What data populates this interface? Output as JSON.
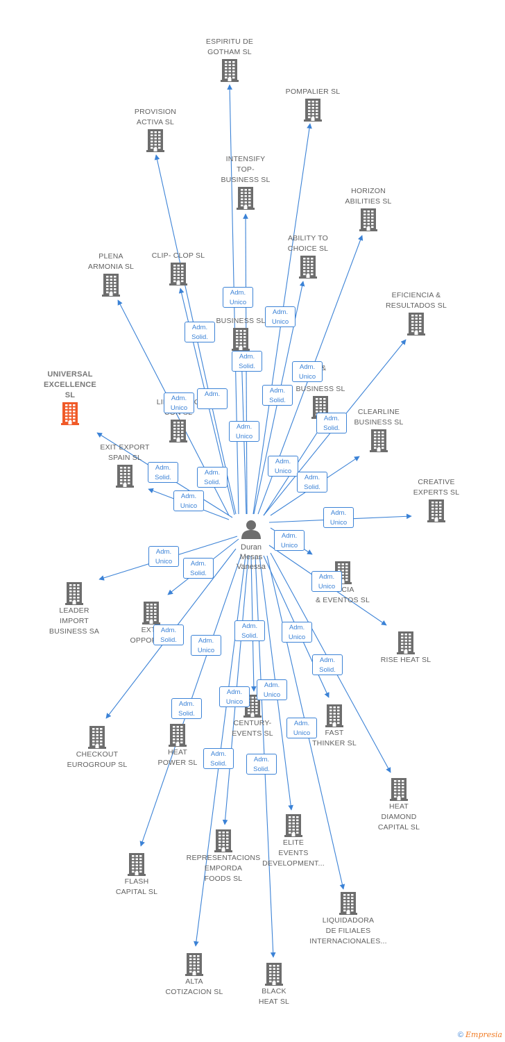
{
  "person": {
    "lines": [
      "Duran",
      "Mesas",
      "Vanessa"
    ]
  },
  "colors": {
    "edge": "#3b82d6",
    "building": "#6d6d6d",
    "focus_building": "#f05a28",
    "label": "#606060"
  },
  "companies": [
    {
      "id": "espiritu",
      "lines": [
        "ESPIRITU DE",
        "GOTHAM  SL"
      ]
    },
    {
      "id": "pompalier",
      "lines": [
        "POMPALIER SL"
      ]
    },
    {
      "id": "provision",
      "lines": [
        "PROVISION",
        "ACTIVA SL"
      ]
    },
    {
      "id": "intensify",
      "lines": [
        "INTENSIFY",
        "TOP-",
        "BUSINESS SL"
      ]
    },
    {
      "id": "horizon",
      "lines": [
        "HORIZON",
        "ABILITIES SL"
      ]
    },
    {
      "id": "ability",
      "lines": [
        "ABILITY TO",
        "CHOICE SL"
      ]
    },
    {
      "id": "plena",
      "lines": [
        "PLENA",
        "ARMONIA SL"
      ]
    },
    {
      "id": "clipclop",
      "lines": [
        "CLIP- CLOP SL"
      ]
    },
    {
      "id": "eficiencia",
      "lines": [
        "EFICIENCIA &",
        "RESULTADOS SL"
      ]
    },
    {
      "id": "business",
      "lines": [
        "BUSINESS SL"
      ]
    },
    {
      "id": "universal",
      "lines": [
        "UNIVERSAL",
        "EXCELLENCE",
        "SL"
      ],
      "focus": true
    },
    {
      "id": "liderazgo",
      "lines": [
        "LIDERAZGO",
        "CON      SL"
      ]
    },
    {
      "id": "talent",
      "lines": [
        "T &",
        "E",
        "BUSINESS SL"
      ]
    },
    {
      "id": "clearline",
      "lines": [
        "CLEARLINE",
        "BUSINESS SL"
      ]
    },
    {
      "id": "exitexport",
      "lines": [
        "EXIT EXPORT",
        "SPAIN SL"
      ]
    },
    {
      "id": "creative",
      "lines": [
        "CREATIVE",
        "EXPERTS  SL"
      ]
    },
    {
      "id": "leader",
      "lines": [
        "LEADER",
        "IMPORT",
        "BUSINESS SA"
      ]
    },
    {
      "id": "extreme",
      "lines": [
        "EXTR",
        "OPPORTUN"
      ]
    },
    {
      "id": "excelencia",
      "lines": [
        "ENCIA",
        "& EVENTOS  SL"
      ]
    },
    {
      "id": "riseheat",
      "lines": [
        "RISE HEAT  SL"
      ]
    },
    {
      "id": "checkout",
      "lines": [
        "CHECKOUT",
        "EUROGROUP SL"
      ]
    },
    {
      "id": "heatpower",
      "lines": [
        "HEAT",
        "POWER SL"
      ]
    },
    {
      "id": "century",
      "lines": [
        "CENTURY-",
        "EVENTS  SL"
      ]
    },
    {
      "id": "fastthinker",
      "lines": [
        "FAST",
        "THINKER  SL"
      ]
    },
    {
      "id": "heatdiamond",
      "lines": [
        "HEAT",
        "DIAMOND",
        "CAPITAL SL"
      ]
    },
    {
      "id": "elite",
      "lines": [
        "ELITE",
        "EVENTS",
        "DEVELOPMENT..."
      ]
    },
    {
      "id": "representaciones",
      "lines": [
        "REPRESENTACIONS",
        "EMPORDA",
        "FOODS  SL"
      ]
    },
    {
      "id": "flash",
      "lines": [
        "FLASH",
        "CAPITAL SL"
      ]
    },
    {
      "id": "liquidadora",
      "lines": [
        "LIQUIDADORA",
        "DE FILIALES",
        "INTERNACIONALES..."
      ]
    },
    {
      "id": "alta",
      "lines": [
        "ALTA",
        "COTIZACION SL"
      ]
    },
    {
      "id": "blackheat",
      "lines": [
        "BLACK",
        "HEAT SL"
      ]
    }
  ],
  "edge_labels": [
    {
      "id": "e1",
      "lines": [
        "Adm.",
        "Unico"
      ]
    },
    {
      "id": "e2",
      "lines": [
        "Adm.",
        "Solid."
      ]
    },
    {
      "id": "e3",
      "lines": [
        "Adm.",
        "Solid."
      ]
    },
    {
      "id": "e4",
      "lines": [
        "Adm.",
        "Unico"
      ]
    },
    {
      "id": "e5",
      "lines": [
        "Adm.",
        "Unico"
      ]
    },
    {
      "id": "e6",
      "lines": [
        "Adm.",
        "Unico"
      ]
    },
    {
      "id": "e7",
      "lines": [
        "Adm.",
        "Solid."
      ]
    },
    {
      "id": "e8",
      "lines": [
        "Adm."
      ]
    },
    {
      "id": "e9",
      "lines": [
        "Adm.",
        "Solid."
      ]
    },
    {
      "id": "e10",
      "lines": [
        "Adm.",
        "Unico"
      ]
    },
    {
      "id": "e11",
      "lines": [
        "Adm.",
        "Solid."
      ]
    },
    {
      "id": "e12",
      "lines": [
        "Adm.",
        "Unico"
      ]
    },
    {
      "id": "e13",
      "lines": [
        "Adm.",
        "Solid."
      ]
    },
    {
      "id": "e14",
      "lines": [
        "Adm.",
        "Solid."
      ]
    },
    {
      "id": "e15",
      "lines": [
        "Adm.",
        "Unico"
      ]
    },
    {
      "id": "e16",
      "lines": [
        "Adm.",
        "Unico"
      ]
    },
    {
      "id": "e17",
      "lines": [
        "Adm.",
        "Unico"
      ]
    },
    {
      "id": "e18",
      "lines": [
        "Adm.",
        "Unico"
      ]
    },
    {
      "id": "e19",
      "lines": [
        "Adm.",
        "Solid."
      ]
    },
    {
      "id": "e20",
      "lines": [
        "Adm.",
        "Unico"
      ]
    },
    {
      "id": "e21",
      "lines": [
        "Adm.",
        "Solid."
      ]
    },
    {
      "id": "e22",
      "lines": [
        "Adm.",
        "Solid."
      ]
    },
    {
      "id": "e23",
      "lines": [
        "Adm.",
        "Unico"
      ]
    },
    {
      "id": "e24",
      "lines": [
        "Adm.",
        "Unico"
      ]
    },
    {
      "id": "e25",
      "lines": [
        "Adm.",
        "Solid."
      ]
    },
    {
      "id": "e26",
      "lines": [
        "Adm.",
        "Solid."
      ]
    },
    {
      "id": "e27",
      "lines": [
        "Adm.",
        "Unico"
      ]
    },
    {
      "id": "e28",
      "lines": [
        "Adm.",
        "Unico"
      ]
    },
    {
      "id": "e29",
      "lines": [
        "Adm.",
        "Unico"
      ]
    },
    {
      "id": "e30",
      "lines": [
        "Adm.",
        "Solid."
      ]
    },
    {
      "id": "e31",
      "lines": [
        "Adm.",
        "Solid."
      ]
    }
  ],
  "footer": {
    "copyright": "©",
    "brand": "Empresia"
  }
}
